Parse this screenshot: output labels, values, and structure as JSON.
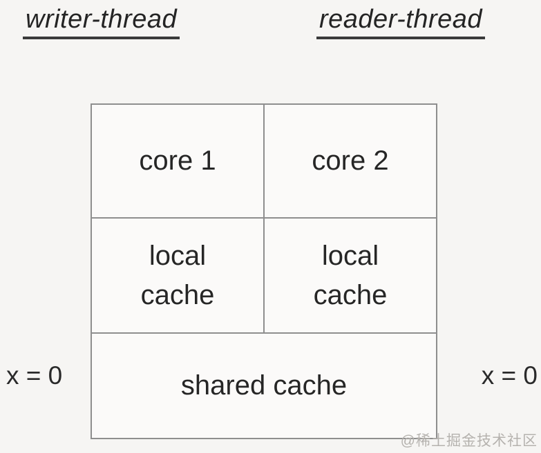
{
  "page": {
    "watermark": "@稀土掘金技术社区"
  },
  "headers": {
    "writer": "writer-thread",
    "reader": "reader-thread"
  },
  "diagram": {
    "cells": {
      "core1": "core 1",
      "core2": "core 2",
      "local_cache_1": "local cache",
      "local_cache_2": "local cache",
      "shared_cache": "shared cache"
    },
    "side_labels": {
      "left": "x = 0",
      "right": "x = 0"
    },
    "colors": {
      "background": "#f6f5f3",
      "cell_background": "#fbfaf9",
      "border": "#8e8e8e",
      "text": "#262626",
      "watermark": "#b5b2ae"
    }
  }
}
